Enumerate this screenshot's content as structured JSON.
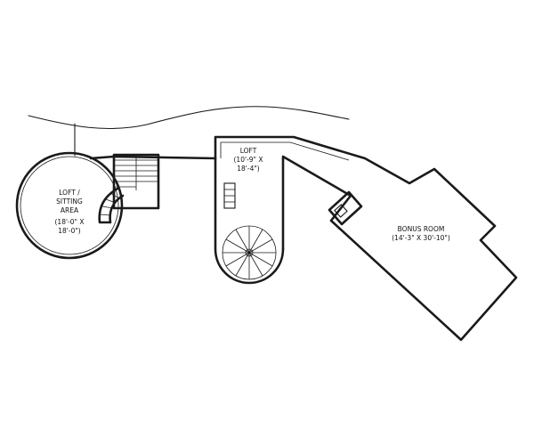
{
  "rooms": {
    "loft_sitting": {
      "name_line1": "LOFT /",
      "name_line2": "SITTING",
      "name_line3": "AREA",
      "dim_line1": "(18'-0\" X",
      "dim_line2": "18'-0\")"
    },
    "loft": {
      "name": "LOFT",
      "dim_line1": "(10'-9\" X",
      "dim_line2": "18'-4\")"
    },
    "bonus_room": {
      "name": "BONUS ROOM",
      "dim": "(14'-3\" X 30'-10\")"
    }
  }
}
